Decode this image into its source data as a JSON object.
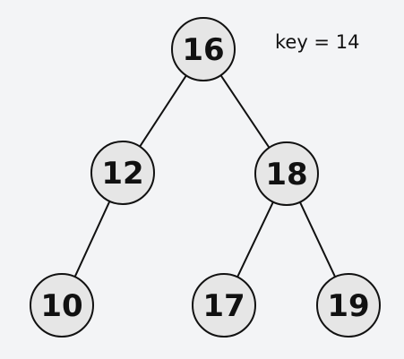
{
  "diagram": {
    "key_label": "key = 14",
    "nodes": [
      {
        "id": "n16",
        "label": "16"
      },
      {
        "id": "n12",
        "label": "12"
      },
      {
        "id": "n18",
        "label": "18"
      },
      {
        "id": "n10",
        "label": "10"
      },
      {
        "id": "n17",
        "label": "17"
      },
      {
        "id": "n19",
        "label": "19"
      }
    ],
    "edges": [
      {
        "from": "n16",
        "to": "n12"
      },
      {
        "from": "n16",
        "to": "n18"
      },
      {
        "from": "n12",
        "to": "n10"
      },
      {
        "from": "n18",
        "to": "n17"
      },
      {
        "from": "n18",
        "to": "n19"
      }
    ],
    "colors": {
      "background": "#f3f4f6",
      "node_fill": "#e6e6e6",
      "node_stroke": "#111111",
      "edge": "#111111",
      "text": "#111111"
    }
  }
}
